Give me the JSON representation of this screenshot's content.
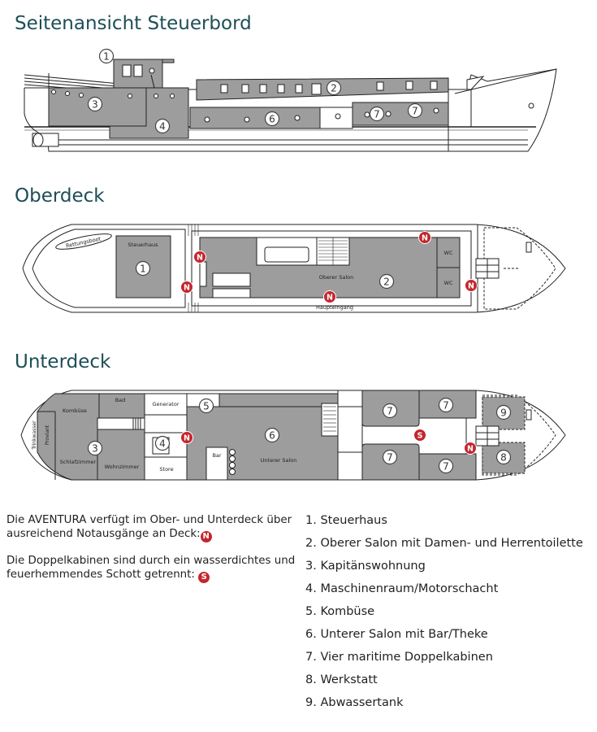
{
  "sections": {
    "side_view": "Seitenansicht Steuerbord",
    "upper_deck": "Oberdeck",
    "lower_deck": "Unterdeck"
  },
  "side_labels": [
    "1",
    "2",
    "3",
    "4",
    "6",
    "7",
    "7"
  ],
  "upper_labels": {
    "lifeboat": "Rettungsboot",
    "wheelhouse": "Steuerhaus",
    "salon": "Oberer Salon",
    "wc1": "WC",
    "wc2": "WC",
    "main_entrance": "Haupteingang",
    "n1": "1",
    "n2": "2"
  },
  "lower_labels": {
    "drinking_water": "Trinkwasser",
    "provisions": "Proviant",
    "galley": "Kombüse",
    "bath": "Bad",
    "generator": "Generator",
    "sleeping": "Schlafzimmer",
    "living": "Wohnzimmer",
    "store": "Store",
    "bar": "Bar",
    "lower_salon": "Unterer Salon",
    "n3": "3",
    "n4": "4",
    "n5": "5",
    "n6": "6",
    "n7": "7",
    "n8": "8",
    "n9": "9"
  },
  "markers": {
    "exit": "N",
    "bulkhead": "S"
  },
  "info": {
    "exits_text": "Die AVENTURA verfügt im Ober- und Unterdeck über ausreichend Notausgänge an Deck:",
    "bulkhead_text": "Die Doppelkabinen sind durch ein wasserdichtes und feuerhemmendes Schott getrennt:"
  },
  "legend": [
    "1. Steuerhaus",
    "2.  Oberer Salon mit Damen- und Herrentoilette",
    "3.  Kapitänswohnung",
    "4.  Maschinenraum/Motorschacht",
    "5.  Kombüse",
    "6.  Unterer Salon mit Bar/Theke",
    "7. Vier maritime Doppelkabinen",
    "8.  Werkstatt",
    "9.  Abwassertank"
  ],
  "colors": {
    "title": "#1d4e57",
    "room": "#9d9d9d",
    "exit_marker": "#c4262e"
  }
}
